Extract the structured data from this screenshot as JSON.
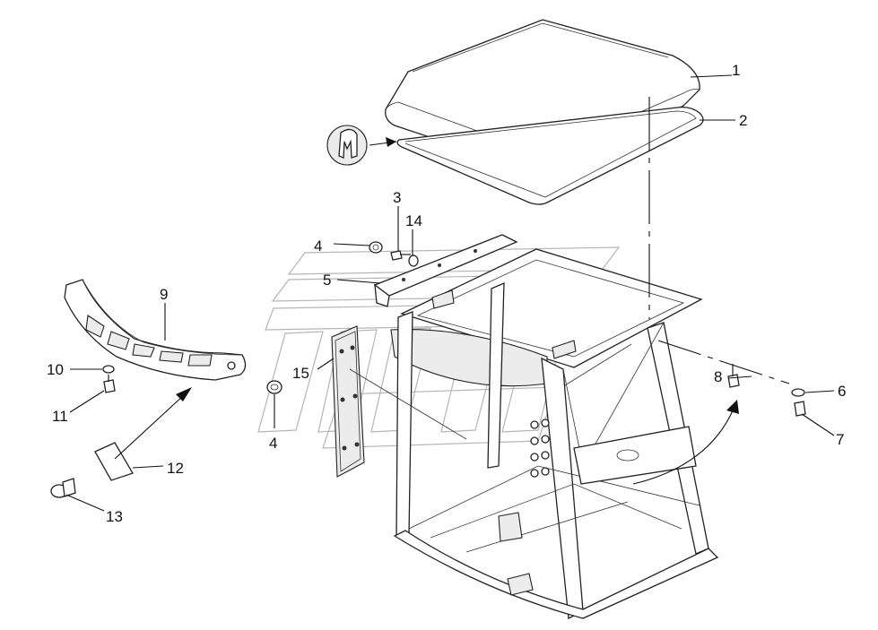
{
  "callouts": [
    {
      "id": "c1",
      "text": "1"
    },
    {
      "id": "c2",
      "text": "2"
    },
    {
      "id": "c3",
      "text": "3"
    },
    {
      "id": "c14",
      "text": "14"
    },
    {
      "id": "c4a",
      "text": "4"
    },
    {
      "id": "c5",
      "text": "5"
    },
    {
      "id": "c9",
      "text": "9"
    },
    {
      "id": "c15",
      "text": "15"
    },
    {
      "id": "c10",
      "text": "10"
    },
    {
      "id": "c11",
      "text": "11"
    },
    {
      "id": "c4b",
      "text": "4"
    },
    {
      "id": "c8",
      "text": "8"
    },
    {
      "id": "c6",
      "text": "6"
    },
    {
      "id": "c7",
      "text": "7"
    },
    {
      "id": "c12",
      "text": "12"
    },
    {
      "id": "c13",
      "text": "13"
    }
  ]
}
